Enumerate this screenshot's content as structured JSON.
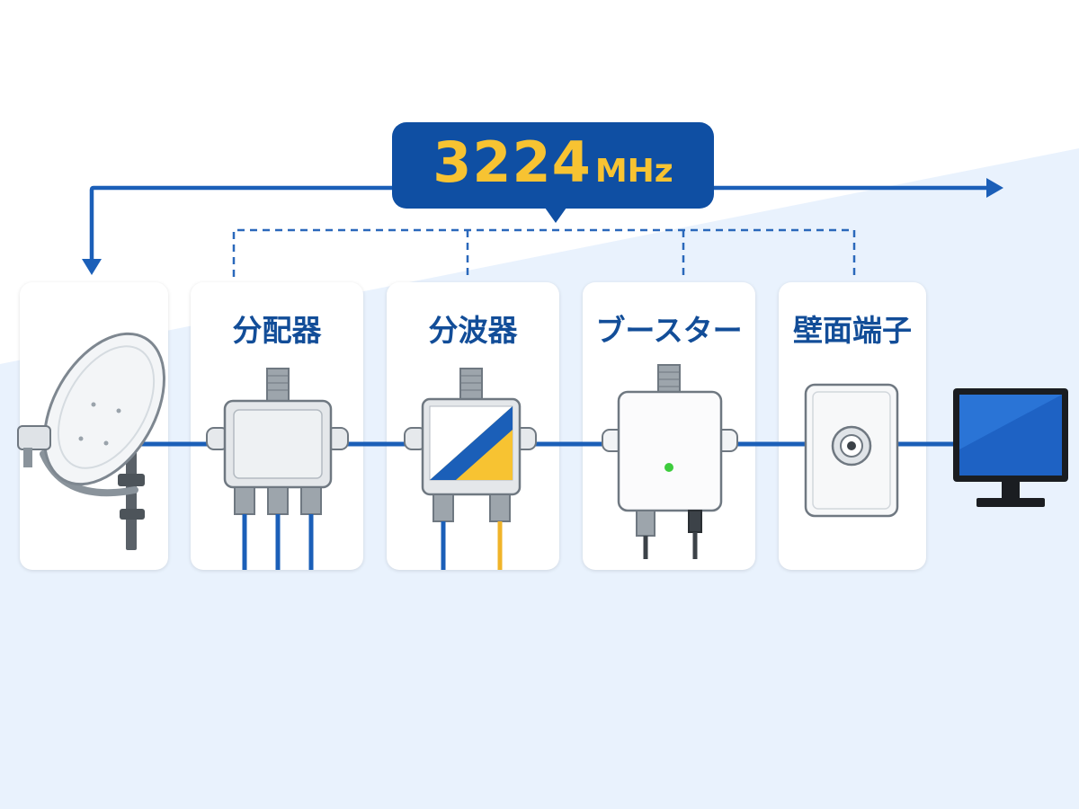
{
  "frequency": {
    "value": "3224",
    "unit": "MHz"
  },
  "devices": [
    {
      "id": "dish",
      "label": ""
    },
    {
      "id": "splitter",
      "label": "分配器"
    },
    {
      "id": "diplexer",
      "label": "分波器"
    },
    {
      "id": "booster",
      "label": "ブースター"
    },
    {
      "id": "wall-outlet",
      "label": "壁面端子"
    },
    {
      "id": "tv",
      "label": ""
    }
  ],
  "colors": {
    "primary": "#0f4fa3",
    "line": "#1b5fb8",
    "accent": "#f7c332",
    "label": "#124d98",
    "background": "#e8f1fd",
    "led": "#3dcc3d"
  },
  "icons": [
    "satellite-dish-icon",
    "splitter-icon",
    "diplexer-icon",
    "booster-icon",
    "wall-outlet-icon",
    "tv-icon"
  ]
}
